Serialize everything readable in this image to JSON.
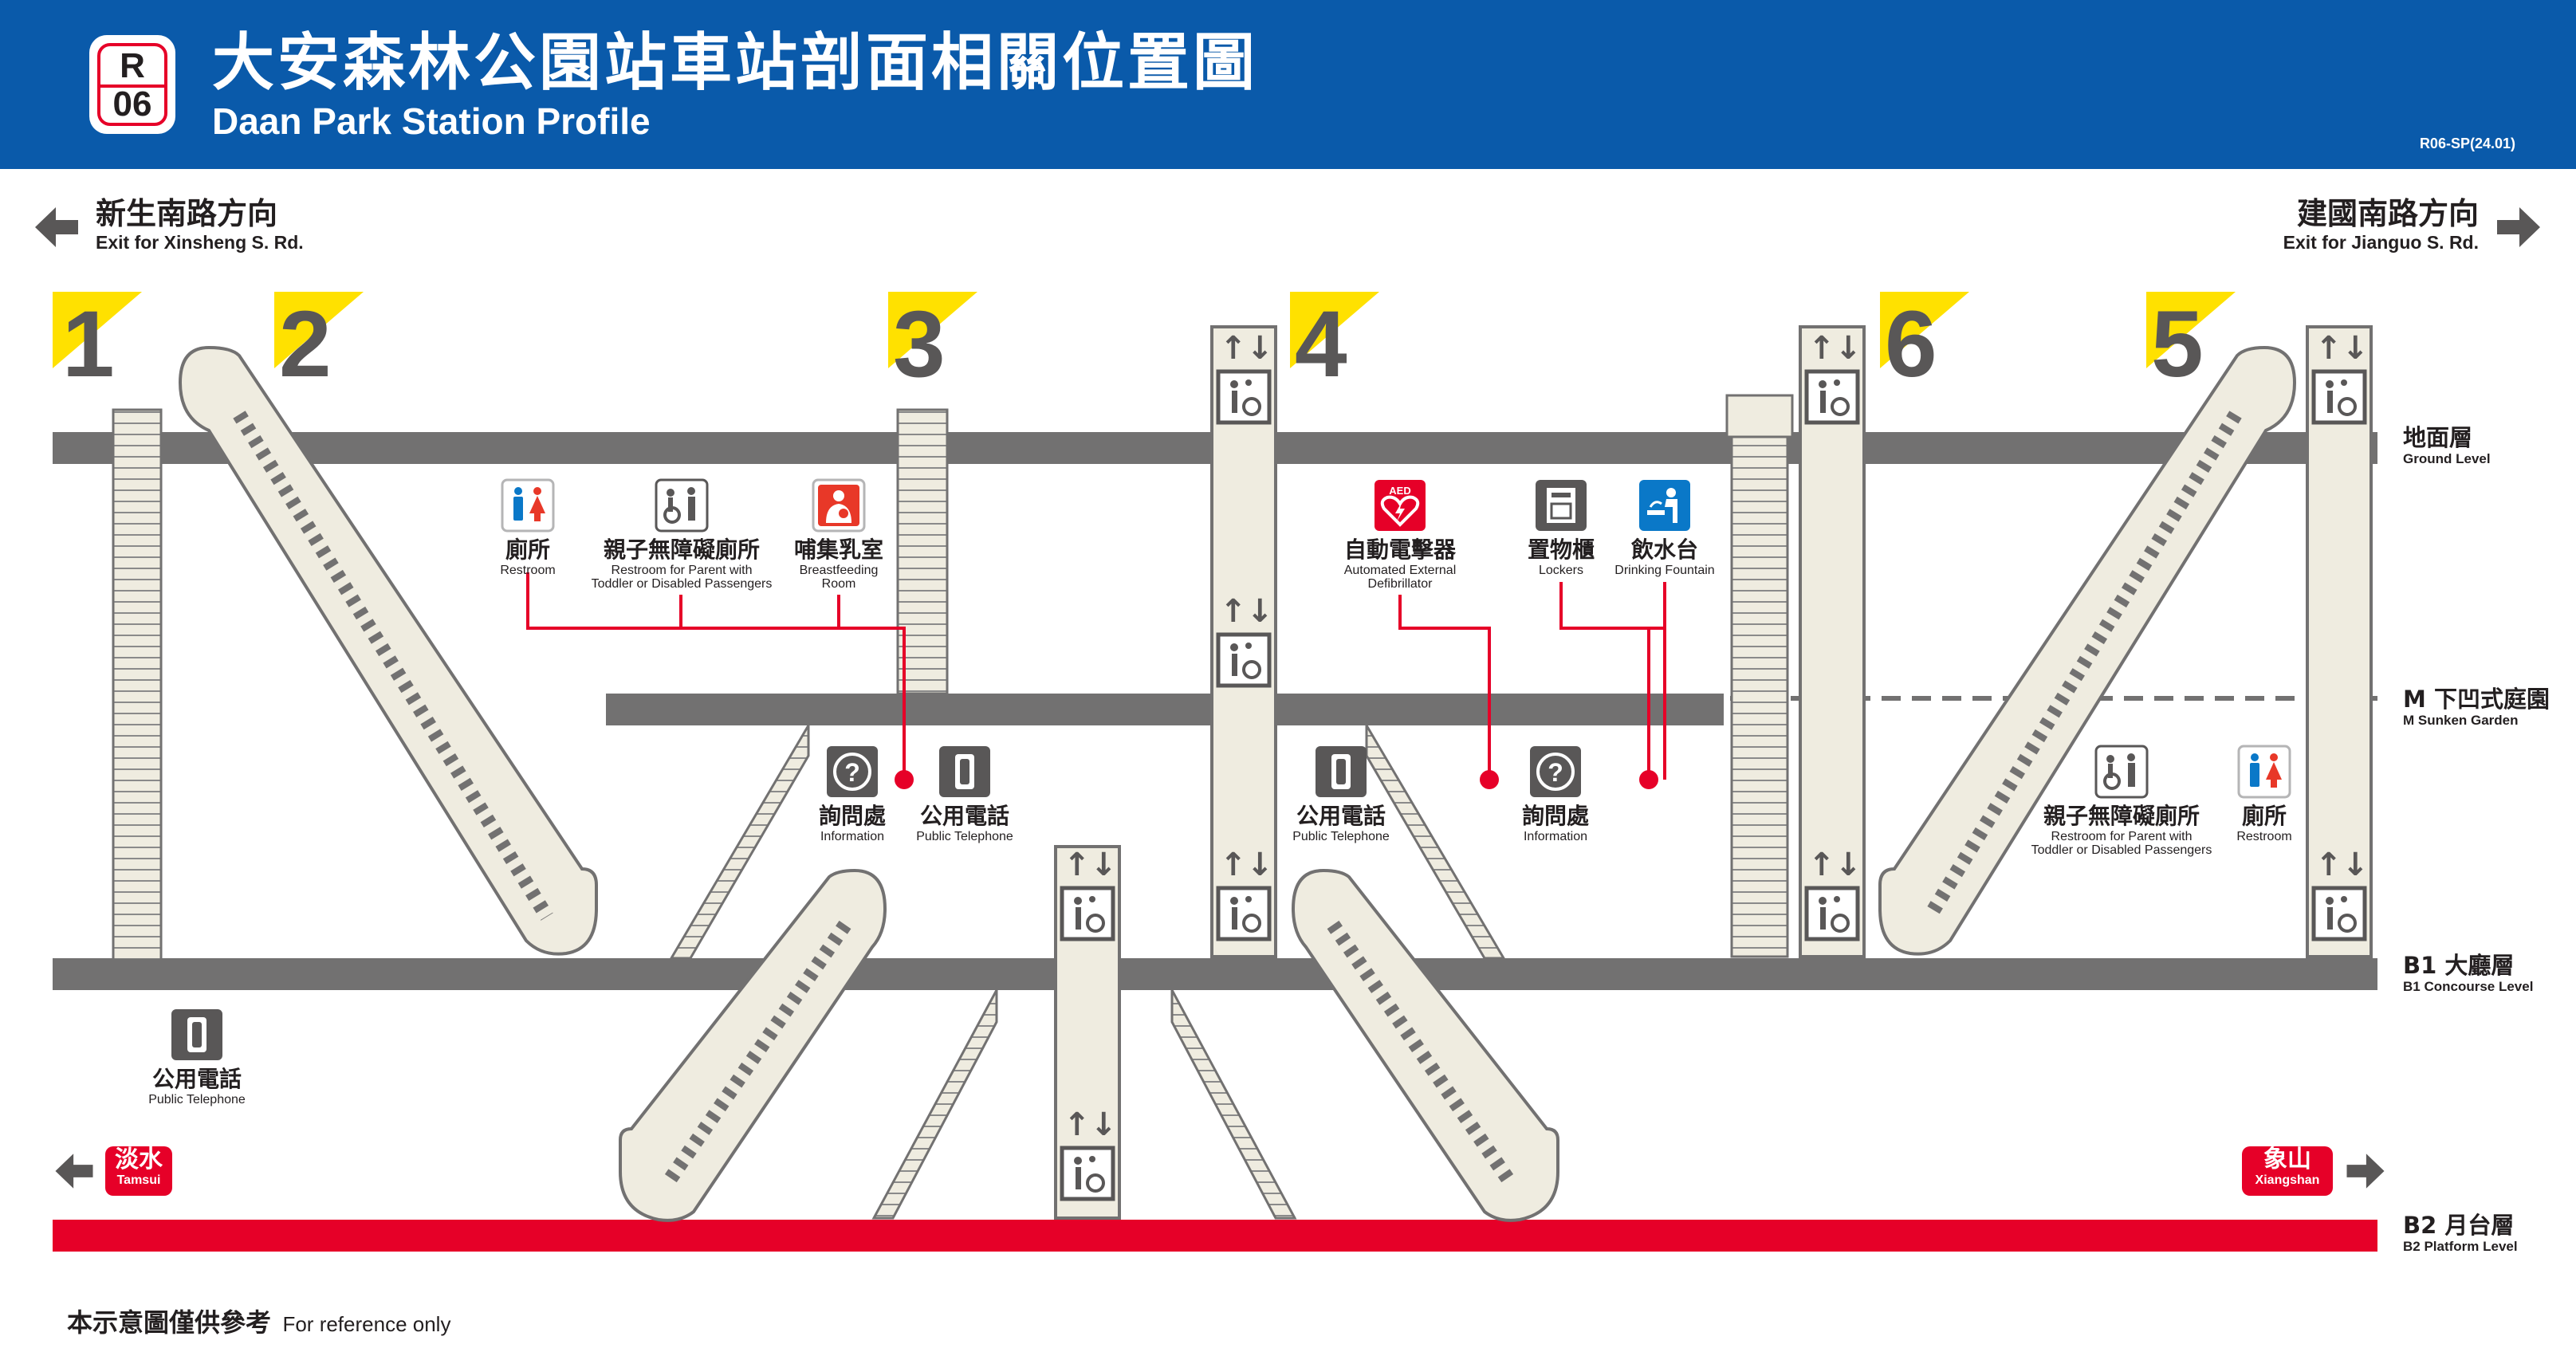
{
  "header": {
    "line_code": "R",
    "station_no": "06",
    "title_zh": "大安森林公園站車站剖面相關位置圖",
    "title_en": "Daan Park Station Profile",
    "doc_code": "R06-SP(24.01)"
  },
  "directions": {
    "left": {
      "zh": "新生南路方向",
      "en": "Exit for Xinsheng S. Rd."
    },
    "right": {
      "zh": "建國南路方向",
      "en": "Exit for Jianguo S. Rd."
    }
  },
  "exits": [
    "1",
    "2",
    "3",
    "4",
    "6",
    "5"
  ],
  "levels": [
    {
      "zh": "地面層",
      "en": "Ground Level"
    },
    {
      "zh": "M 下凹式庭園",
      "en": "M Sunken Garden"
    },
    {
      "zh": "B1 大廳層",
      "en": "B1 Concourse Level"
    },
    {
      "zh": "B2 月台層",
      "en": "B2 Platform Level"
    }
  ],
  "facilities": {
    "restroom": {
      "zh": "廁所",
      "en": "Restroom"
    },
    "family_restroom": {
      "zh": "親子無障礙廁所",
      "en1": "Restroom for Parent with",
      "en2": "Toddler or Disabled Passengers"
    },
    "breastfeeding": {
      "zh": "哺集乳室",
      "en1": "Breastfeeding",
      "en2": "Room"
    },
    "aed": {
      "zh": "自動電擊器",
      "en1": "Automated External",
      "en2": "Defibrillator",
      "icon_text": "AED"
    },
    "lockers": {
      "zh": "置物櫃",
      "en": "Lockers"
    },
    "fountain": {
      "zh": "飲水台",
      "en": "Drinking Fountain"
    },
    "information": {
      "zh": "詢問處",
      "en": "Information"
    },
    "telephone": {
      "zh": "公用電話",
      "en": "Public Telephone"
    }
  },
  "platform_directions": {
    "left": {
      "zh": "淡水",
      "en": "Tamsui"
    },
    "right": {
      "zh": "象山",
      "en": "Xiangshan"
    }
  },
  "footer": {
    "zh": "本示意圖僅供參考",
    "en": "For reference only"
  },
  "colors": {
    "header_blue": "#0a5aaa",
    "line_red": "#e60028",
    "slab_gray": "#727171",
    "structure_cream": "#efece0",
    "exit_yellow": "#ffe100",
    "fountain_blue": "#0a78c8"
  },
  "icons": [
    "arrow-left-icon",
    "arrow-right-icon",
    "restroom-icon",
    "family-restroom-icon",
    "breastfeeding-icon",
    "aed-icon",
    "lockers-icon",
    "drinking-fountain-icon",
    "information-icon",
    "telephone-icon",
    "elevator-icon"
  ]
}
